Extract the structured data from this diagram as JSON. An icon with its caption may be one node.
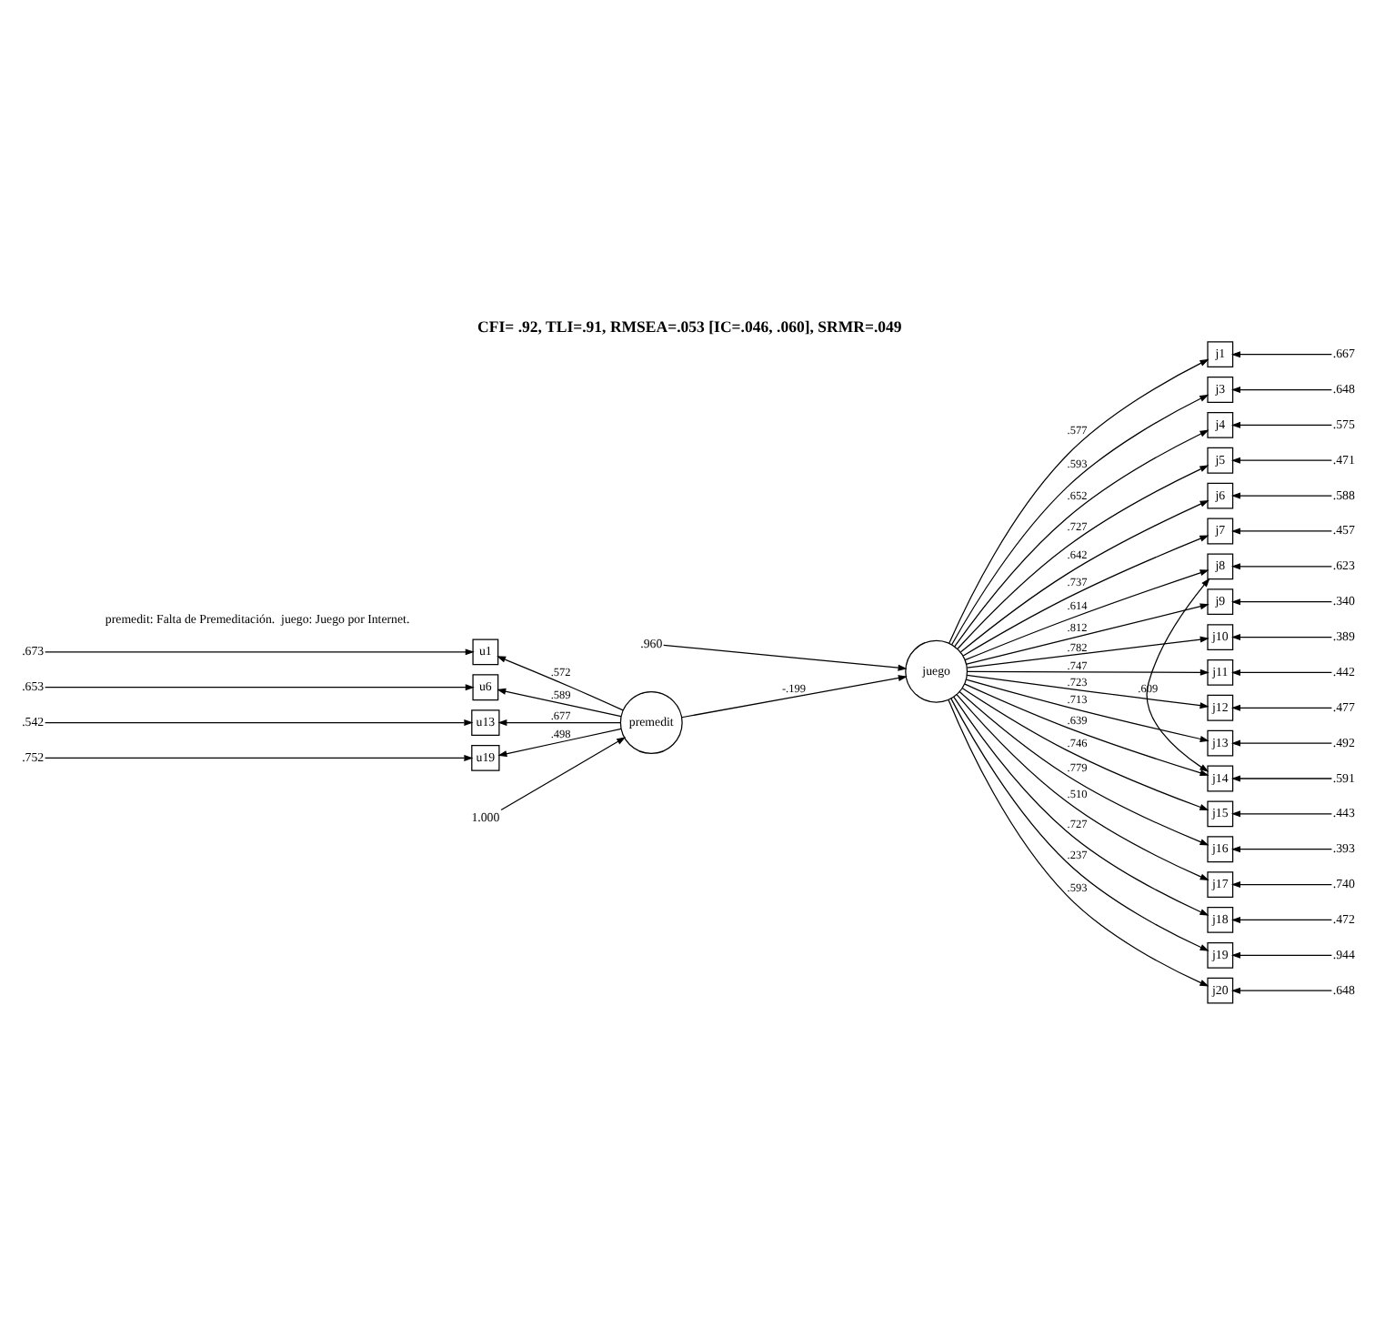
{
  "diagram": {
    "title": "CFI= .92, TLI=.91, RMSEA=.053 [IC=.046, .060], SRMR=.049",
    "caption": "premedit: Falta de Premeditación.  juego: Juego por Internet.",
    "nodes": [
      {
        "text": [
          "premedit"
        ]
      },
      {
        "text": [
          "juego"
        ]
      },
      {
        "text": [
          "u1"
        ]
      },
      {
        "text": [
          "u6"
        ]
      },
      {
        "text": [
          "u13"
        ]
      },
      {
        "text": [
          "u19"
        ]
      },
      {
        "text": [
          "j1"
        ]
      },
      {
        "text": [
          "j3"
        ]
      },
      {
        "text": [
          "j4"
        ]
      },
      {
        "text": [
          "j5"
        ]
      },
      {
        "text": [
          "j6"
        ]
      },
      {
        "text": [
          "j7"
        ]
      },
      {
        "text": [
          "j8"
        ]
      },
      {
        "text": [
          "j9"
        ]
      },
      {
        "text": [
          "j10"
        ]
      },
      {
        "text": [
          "j11"
        ]
      },
      {
        "text": [
          "j12"
        ]
      },
      {
        "text": [
          "j13"
        ]
      },
      {
        "text": [
          "j14"
        ]
      },
      {
        "text": [
          "j15"
        ]
      },
      {
        "text": [
          "j16"
        ]
      },
      {
        "text": [
          "j17"
        ]
      },
      {
        "text": [
          "j18"
        ]
      },
      {
        "text": [
          "j19"
        ]
      },
      {
        "text": [
          "j20"
        ]
      }
    ],
    "edges": [
      {
        "from": null,
        "to": 2,
        "arrow": "to",
        "label": ".673"
      },
      {
        "from": null,
        "to": 3,
        "arrow": "to",
        "label": ".653"
      },
      {
        "from": null,
        "to": 4,
        "arrow": "to",
        "label": ".542"
      },
      {
        "from": null,
        "to": 5,
        "arrow": "to",
        "label": ".752"
      },
      {
        "from": 0,
        "to": 2,
        "arrow": "to",
        "label": ".572"
      },
      {
        "from": 0,
        "to": 3,
        "arrow": "to",
        "label": ".589"
      },
      {
        "from": 0,
        "to": 4,
        "arrow": "to",
        "label": ".677"
      },
      {
        "from": 0,
        "to": 5,
        "arrow": "to",
        "label": ".498"
      },
      {
        "from": null,
        "to": 0,
        "arrow": "to",
        "label": "1.000"
      },
      {
        "from": 0,
        "to": 1,
        "arrow": "to",
        "label": "-.199"
      },
      {
        "from": null,
        "to": 1,
        "arrow": "to",
        "label": ".960"
      },
      {
        "from": 1,
        "to": 6,
        "arrow": "to",
        "label": ".577"
      },
      {
        "from": 1,
        "to": 7,
        "arrow": "to",
        "label": ".593"
      },
      {
        "from": 1,
        "to": 8,
        "arrow": "to",
        "label": ".652"
      },
      {
        "from": 1,
        "to": 9,
        "arrow": "to",
        "label": ".727"
      },
      {
        "from": 1,
        "to": 10,
        "arrow": "to",
        "label": ".642"
      },
      {
        "from": 1,
        "to": 11,
        "arrow": "to",
        "label": ".737"
      },
      {
        "from": 1,
        "to": 12,
        "arrow": "to",
        "label": ".614"
      },
      {
        "from": 1,
        "to": 13,
        "arrow": "to",
        "label": ".812"
      },
      {
        "from": 1,
        "to": 14,
        "arrow": "to",
        "label": ".782"
      },
      {
        "from": 1,
        "to": 15,
        "arrow": "to",
        "label": ".747"
      },
      {
        "from": 1,
        "to": 16,
        "arrow": "to",
        "label": ".723"
      },
      {
        "from": 1,
        "to": 17,
        "arrow": "to",
        "label": ".713"
      },
      {
        "from": 1,
        "to": 18,
        "arrow": "to",
        "label": ".639"
      },
      {
        "from": 1,
        "to": 19,
        "arrow": "to",
        "label": ".746"
      },
      {
        "from": 1,
        "to": 20,
        "arrow": "to",
        "label": ".779"
      },
      {
        "from": 1,
        "to": 21,
        "arrow": "to",
        "label": ".510"
      },
      {
        "from": 1,
        "to": 22,
        "arrow": "to",
        "label": ".727"
      },
      {
        "from": 1,
        "to": 23,
        "arrow": "to",
        "label": ".237"
      },
      {
        "from": 1,
        "to": 24,
        "arrow": "to",
        "label": ".593"
      },
      {
        "from": null,
        "to": 6,
        "arrow": "to",
        "label": ".667"
      },
      {
        "from": null,
        "to": 7,
        "arrow": "to",
        "label": ".648"
      },
      {
        "from": null,
        "to": 8,
        "arrow": "to",
        "label": ".575"
      },
      {
        "from": null,
        "to": 9,
        "arrow": "to",
        "label": ".471"
      },
      {
        "from": null,
        "to": 10,
        "arrow": "to",
        "label": ".588"
      },
      {
        "from": null,
        "to": 11,
        "arrow": "to",
        "label": ".457"
      },
      {
        "from": null,
        "to": 12,
        "arrow": "to",
        "label": ".623"
      },
      {
        "from": null,
        "to": 13,
        "arrow": "to",
        "label": ".340"
      },
      {
        "from": null,
        "to": 14,
        "arrow": "to",
        "label": ".389"
      },
      {
        "from": null,
        "to": 15,
        "arrow": "to",
        "label": ".442"
      },
      {
        "from": null,
        "to": 16,
        "arrow": "to",
        "label": ".477"
      },
      {
        "from": null,
        "to": 17,
        "arrow": "to",
        "label": ".492"
      },
      {
        "from": null,
        "to": 18,
        "arrow": "to",
        "label": ".591"
      },
      {
        "from": null,
        "to": 19,
        "arrow": "to",
        "label": ".443"
      },
      {
        "from": null,
        "to": 20,
        "arrow": "to",
        "label": ".393"
      },
      {
        "from": null,
        "to": 21,
        "arrow": "to",
        "label": ".740"
      },
      {
        "from": null,
        "to": 22,
        "arrow": "to",
        "label": ".472"
      },
      {
        "from": null,
        "to": 23,
        "arrow": "to",
        "label": ".944"
      },
      {
        "from": null,
        "to": 24,
        "arrow": "to",
        "label": ".648"
      },
      {
        "from": 12,
        "to": 18,
        "arrow": "both",
        "label": ".609"
      }
    ]
  }
}
